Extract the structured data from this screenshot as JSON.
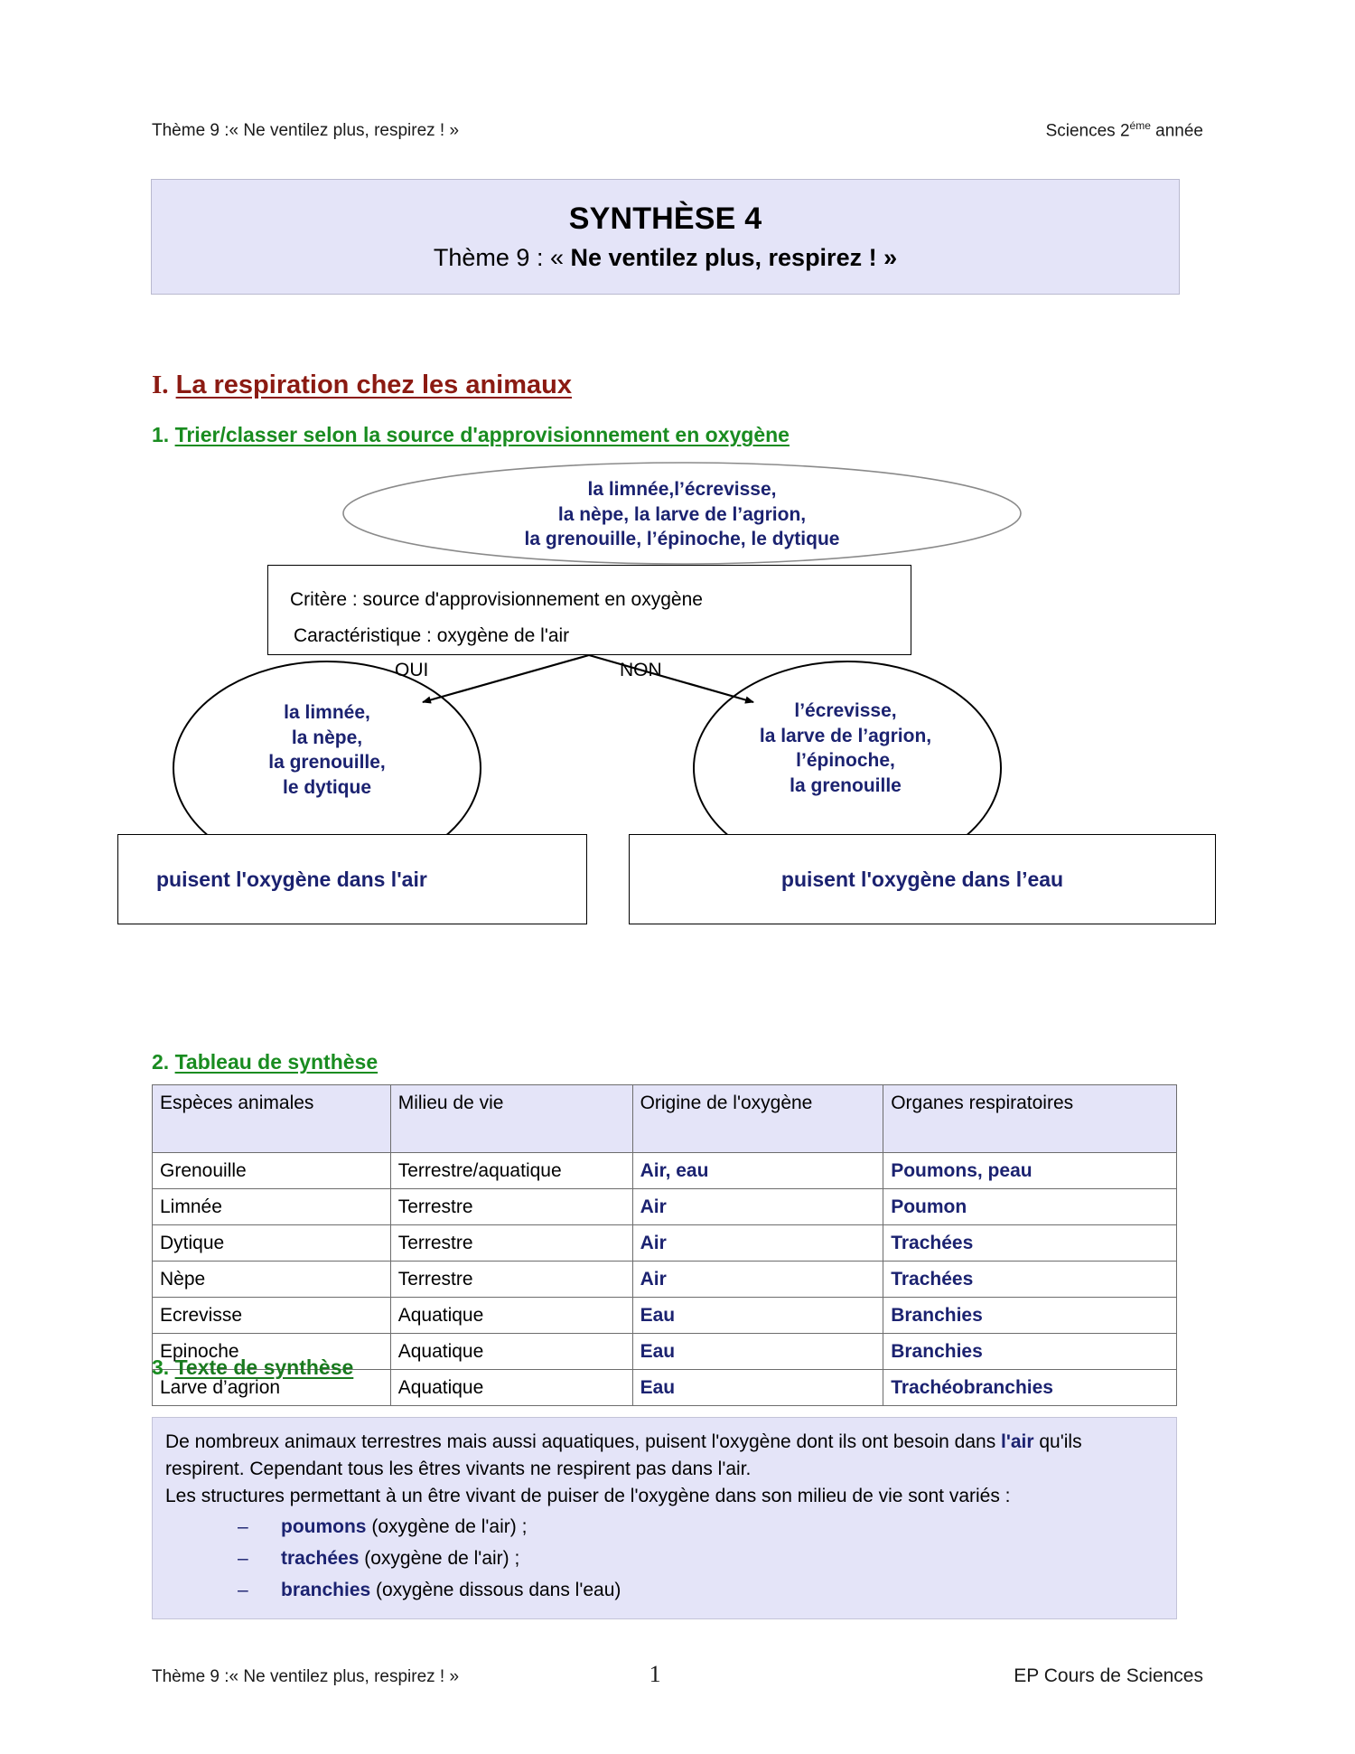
{
  "running_head": {
    "left": "Thème 9 :« Ne ventilez plus, respirez ! »",
    "right_prefix": "Sciences  2",
    "right_sup": "éme",
    "right_suffix": " année"
  },
  "title_box": {
    "line1": "SYNTHÈSE 4",
    "line2_plain": "Thème 9 : « ",
    "line2_bold": "Ne ventilez plus, respirez ! »"
  },
  "headings": {
    "roman_num": "I.",
    "roman_text": "La respiration chez les animaux",
    "sub1_num": "1.",
    "sub1_text": "Trier/classer selon la source d'approvisionnement en oxygène",
    "sub2_num": "2.",
    "sub2_text": "Tableau de synthèse",
    "sub3_num": "3.",
    "sub3_text": "Texte de synthèse"
  },
  "tree": {
    "top_ellipse": [
      "la limnée,l’écrevisse,",
      "la nèpe, la larve de l’agrion,",
      "la grenouille,  l’épinoche, le dytique"
    ],
    "criterion_line1": "Critère : source d'approvisionnement en oxygène",
    "criterion_line2": "Caractéristique : oxygène de l'air",
    "branch_yes": "OUI",
    "branch_no": "NON",
    "left_ellipse": [
      "la limnée,",
      "la nèpe,",
      "la grenouille,",
      " le dytique"
    ],
    "right_ellipse": [
      "l’écrevisse,",
      "la larve de l’agrion,",
      "l’épinoche,",
      "la grenouille"
    ],
    "result_left": "puisent l'oxygène dans l'air",
    "result_right": "puisent l'oxygène dans l’eau"
  },
  "table": {
    "headers": [
      "Espèces animales",
      "Milieu de vie",
      "Origine de l'oxygène",
      "Organes respiratoires"
    ],
    "rows": [
      [
        "Grenouille",
        "Terrestre/aquatique",
        "Air, eau",
        "Poumons, peau"
      ],
      [
        "Limnée",
        "Terrestre",
        "Air",
        "Poumon"
      ],
      [
        "Dytique",
        "Terrestre",
        "Air",
        "Trachées"
      ],
      [
        "Nèpe",
        "Terrestre",
        "Air",
        "Trachées"
      ],
      [
        "Ecrevisse",
        "Aquatique",
        "Eau",
        "Branchies"
      ],
      [
        "Epinoche",
        "Aquatique",
        "Eau",
        "Branchies"
      ],
      [
        "Larve d’agrion",
        "Aquatique",
        "Eau",
        "Trachéobranchies"
      ]
    ]
  },
  "synthesis": {
    "p1_a": "De nombreux animaux terrestres mais aussi aquatiques, puisent l'oxygène dont ils ont besoin dans ",
    "p1_bold": "l'air",
    "p1_b": " qu'ils respirent. Cependant tous les êtres vivants ne respirent pas dans l'air.",
    "p2": "Les structures permettant à un être vivant de puiser de l'oxygène dans son milieu de vie sont variés :",
    "bullet_mark": "–",
    "bullets": [
      {
        "bold": "poumons",
        "rest": " (oxygène de l'air) ;"
      },
      {
        "bold": "trachées",
        "rest": " (oxygène de l'air) ;"
      },
      {
        "bold": "branchies",
        "rest": " (oxygène dissous dans l'eau)"
      }
    ]
  },
  "footer": {
    "left": "Thème 9 :« Ne ventilez plus, respirez ! »",
    "page_number": "1",
    "right": "EP Cours de Sciences"
  },
  "colors": {
    "banner_bg": "#e4e4f8",
    "roman_heading": "#8b1a12",
    "sub_heading": "#198c20",
    "node_text": "#1b2270"
  }
}
